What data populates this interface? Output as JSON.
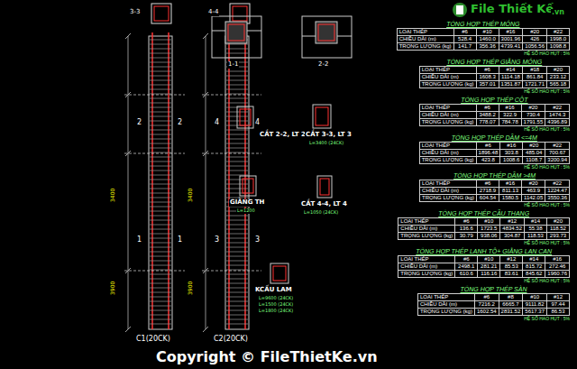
{
  "diagram": {
    "nodes": [
      {
        "text": [
          "TỔNG HỢP THÉP MÓNG",
          "LOẠI THÉP",
          "#6",
          "#10",
          "#16",
          "#20",
          "#22",
          "CHIỀU DÀI (m)",
          "528.4",
          "1460.0",
          "3001.96",
          "426",
          "1998.0",
          "TRỌNG LƯỢNG (kg)",
          "141.7",
          "356.36",
          "4739.41",
          "1056.56",
          "1098.8",
          "HỆ SỐ HAO HỤT : 5%"
        ]
      },
      {
        "text": [
          "TỔNG HỢP THÉP GIẰNG MÓNG",
          "LOẠI THÉP",
          "#6",
          "#14",
          "#18",
          "#20",
          "CHIỀU DÀI (m)",
          "1608.3",
          "1114.18",
          "861.84",
          "233.12",
          "TRỌNG LƯỢNG (kg)",
          "357.01",
          "1351.87",
          "1721.71",
          "565.18",
          "HỆ SỐ HAO HỤT : 5%"
        ]
      },
      {
        "text": [
          "TỔNG HỢP THÉP CỘT",
          "LOẠI THÉP",
          "#6",
          "#16",
          "#20",
          "#22",
          "CHIỀU DÀI (m)",
          "3488.2",
          "322.9",
          "730.4",
          "1474.3",
          "TRỌNG LƯỢNG (kg)",
          "778.07",
          "784.78",
          "1791.55",
          "4396.89",
          "HỆ SỐ HAO HỤT : 5%"
        ]
      },
      {
        "text": [
          "TỔNG HỢP THÉP DẦM <=4M",
          "LOẠI THÉP",
          "#6",
          "#16",
          "#20",
          "#22",
          "CHIỀU DÀI (m)",
          "1896.48",
          "303.8",
          "485.04",
          "700.67",
          "TRỌNG LƯỢNG (kg)",
          "423.8",
          "1008.6",
          "1108.7",
          "3200.94",
          "HỆ SỐ HAO HỤT : 5%"
        ]
      },
      {
        "text": [
          "TỔNG HỢP THÉP DẦM >4M",
          "LOẠI THÉP",
          "#6",
          "#16",
          "#20",
          "#22",
          "CHIỀU DÀI (m)",
          "2718.9",
          "811.13",
          "463.9",
          "1224.47",
          "TRỌNG LƯỢNG (kg)",
          "604.54",
          "1580.5",
          "1142.05",
          "3550.36",
          "HỆ SỐ HAO HỤT : 5%"
        ]
      },
      {
        "text": [
          "TỔNG HỢP THÉP CẦU THANG",
          "LOẠI THÉP",
          "#6",
          "#10",
          "#12",
          "#14",
          "#20",
          "CHIỀU DÀI (m)",
          "136.6",
          "1723.5",
          "4834.52",
          "55.38",
          "118.52",
          "TRỌNG LƯỢNG (kg)",
          "30.79",
          "938.06",
          "304.87",
          "118.53",
          "293.73",
          "HỆ SỐ HAO HỤT : 5%"
        ]
      },
      {
        "text": [
          "TỔNG HỢP THÉP LANH TÔ+ GIẰNG LAN CAN",
          "LOẠI THÉP",
          "#6",
          "#10",
          "#12",
          "#14",
          "#16",
          "CHIỀU DÀI (m)",
          "2498.1",
          "281.21",
          "85.53",
          "815.72",
          "272.46",
          "TRỌNG LƯỢNG (kg)",
          "610.6",
          "116.16",
          "83.61",
          "845.62",
          "1960.76",
          "HỆ SỐ HAO HỤT : 5%"
        ]
      },
      {
        "text": [
          "TỔNG HỢP THÉP SÀN",
          "LOẠI THÉP",
          "#6",
          "#8",
          "#10",
          "#12",
          "CHIỀU DÀI (m)",
          "7216.2",
          "6665.7",
          "9111.82",
          "97.44",
          "TRỌNG LƯỢNG (kg)",
          "1602.54",
          "2831.52",
          "5617.37",
          "86.53",
          "HỆ SỐ HAO HỤT : 5%"
        ]
      }
    ],
    "labels": [
      "3-3",
      "4-4",
      "2",
      "2",
      "1",
      "1",
      "4",
      "4",
      "3",
      "3",
      "3400",
      "3900",
      "3400",
      "3900",
      "C1(20CK)",
      "C2(20CK)",
      "1-1",
      "2-2",
      "CẮT 2-2, LT 2",
      "CẮT 3-3, LT 3",
      "L=3400 (24CK)",
      "GIẰNG TH",
      "L=1200",
      "CẮT 4-4, LT 4",
      "L=1050 (24CK)",
      "KCẤU LAM",
      "L=9600 (24CK)",
      "L=1500 (24CK)",
      "L=1800 (24CK)",
      "Copyright © FileThietKe.vn",
      "File Thiết Kế",
      ".vn"
    ]
  }
}
